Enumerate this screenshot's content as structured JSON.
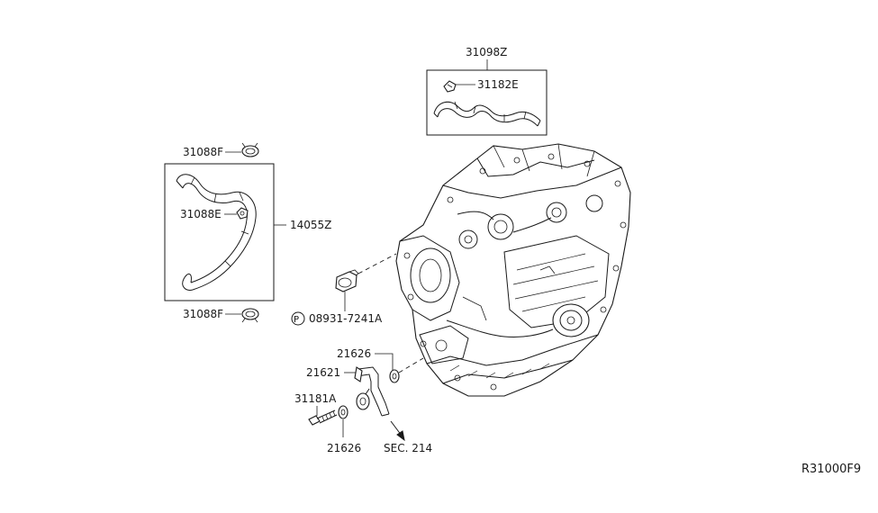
{
  "diagram": {
    "reference_code": "R31000F9",
    "callouts": {
      "air_breather_hose_assy": "31098Z",
      "breather_clip_top": "31182E",
      "hose_clamp_upper": "31088F",
      "hose_clip_mid": "31088E",
      "hose_clamp_lower": "31088F",
      "hose_assy": "14055Z",
      "drain_plug": "08931-7241A",
      "washer_upper": "21626",
      "oil_tube": "21621",
      "connector_bolt": "31181A",
      "washer_lower": "21626",
      "section_ref": "SEC. 214"
    },
    "drain_plug_prefix": "P",
    "colors": {
      "line": "#1a1a1a",
      "background": "#ffffff"
    }
  }
}
